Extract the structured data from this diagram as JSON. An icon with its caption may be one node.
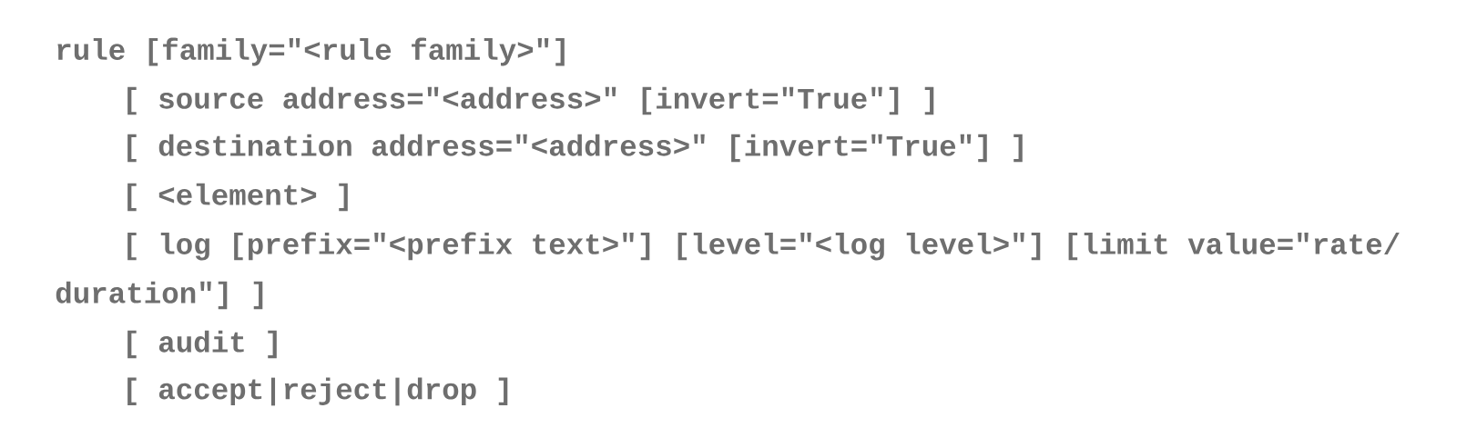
{
  "diagram": {
    "labels": [
      "rule [family=\"<rule family>\"]",
      "[ source address=\"<address>\" [invert=\"True\"] ]",
      "[ destination address=\"<address>\" [invert=\"True\"] ]",
      "[ <element> ]",
      "[ log [prefix=\"<prefix text>\"] [level=\"<log level>\"] [limit value=\"rate/",
      "duration\"] ]",
      "[ audit ]",
      "[ accept|reject|drop ]"
    ]
  }
}
